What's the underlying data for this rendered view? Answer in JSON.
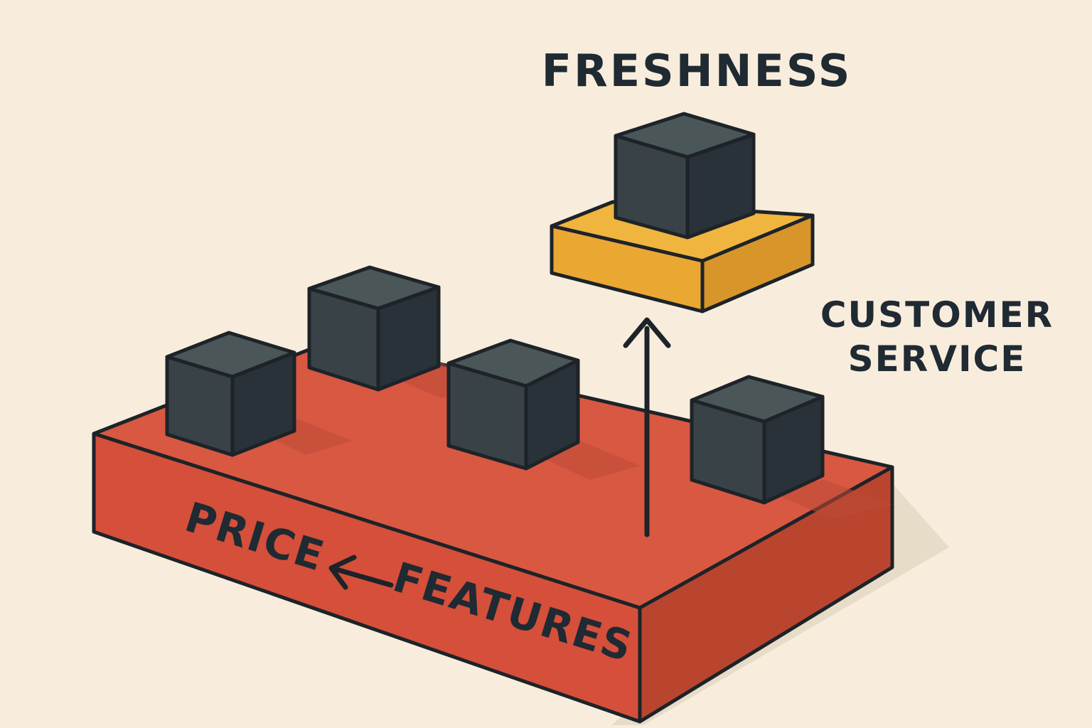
{
  "labels": {
    "freshness": "FRESHNESS",
    "customer_service_line1": "CUSTOMER",
    "customer_service_line2": "SERVICE",
    "price": "PRICE",
    "features": "FEATURES"
  },
  "colors": {
    "background": "#f8eddc",
    "base_platform": "#d85842",
    "raised_platform": "#f0b53f",
    "cube": "#394347",
    "ink": "#1f2a33"
  }
}
